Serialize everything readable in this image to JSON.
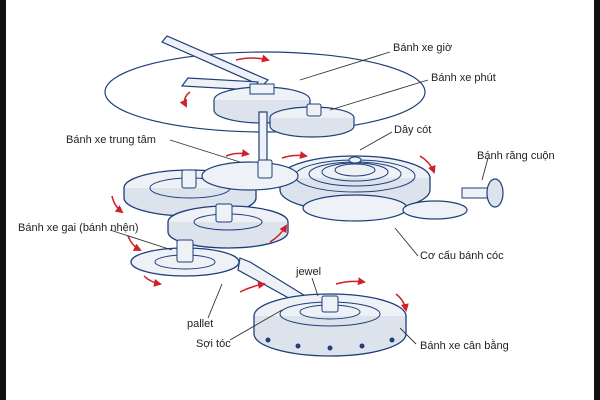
{
  "colors": {
    "outline": "#1e3f7a",
    "part_fill": "#eef1f6",
    "arrow": "#d0202a",
    "label_text": "#222222",
    "leader": "#333333"
  },
  "labels": {
    "hour_wheel": "Bánh xe giờ",
    "minute_wheel": "Bánh xe phút",
    "center_wheel": "Bánh xe trung tâm",
    "mainspring": "Dây cót",
    "crown_wheel": "Bánh răng cuộn",
    "escape_wheel": "Bánh xe gai (bánh nhện)",
    "ratchet": "Cơ cấu bánh cóc",
    "jewel": "jewel",
    "pallet": "pallet",
    "hairspring": "Sợi tóc",
    "balance_wheel": "Bánh xe cân bằng"
  }
}
